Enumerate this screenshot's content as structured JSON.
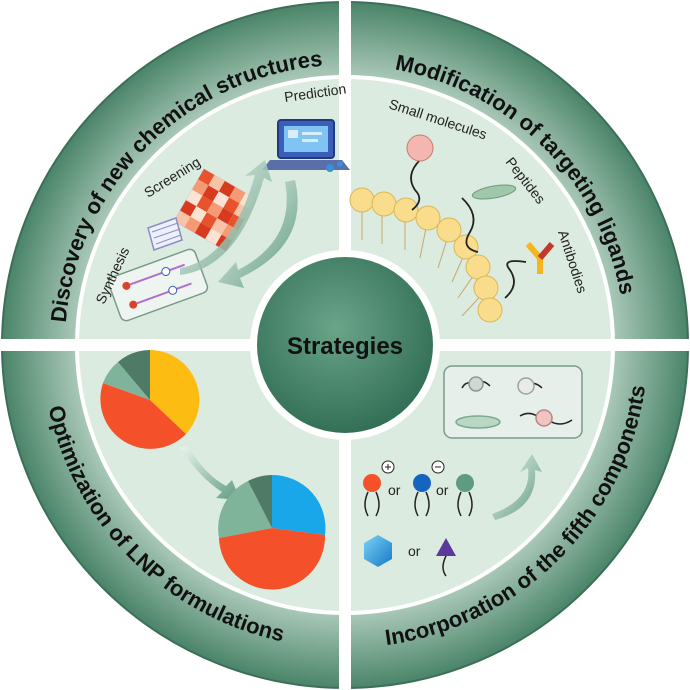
{
  "center": {
    "label": "Strategies"
  },
  "quadrants": {
    "top_left": {
      "title": "Discovery of new chemical structures",
      "labels": {
        "prediction": "Prediction",
        "screening": "Screening",
        "synthesis": "Synthesis"
      }
    },
    "top_right": {
      "title": "Modification of targeting ligands",
      "labels": {
        "small_molecules": "Small molecules",
        "peptides": "Peptides",
        "antibodies": "Antibodies"
      }
    },
    "bottom_left": {
      "title": "Optimization of LNP formulations"
    },
    "bottom_right": {
      "title": "Incorporation of the fifth components",
      "labels": {
        "or": "or"
      }
    }
  },
  "colors": {
    "outer_ring": "#4e8a72",
    "inner_fill": "#dcebdf",
    "center_fill": "#3f7d63",
    "divider": "#ffffff",
    "pie_orange": "#f4502a",
    "pie_yellow": "#fdbc12",
    "pie_blue": "#1aa7ea",
    "pie_green": "#7fb39a",
    "pie_dark": "#4f7a66"
  }
}
